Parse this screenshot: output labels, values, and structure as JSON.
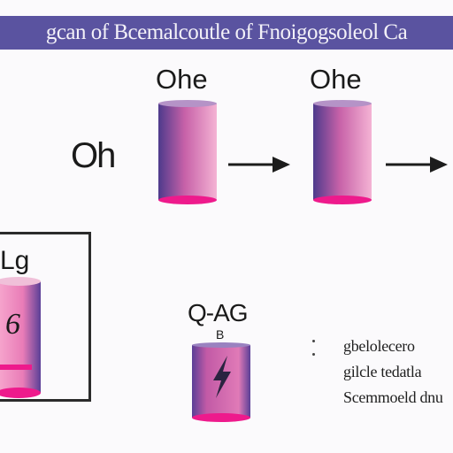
{
  "header": {
    "title": "gcan of Bcemalcoutle of Fnoigogsoleol Ca",
    "color": "#5a53a0"
  },
  "stage1": {
    "label": "Ohe"
  },
  "stage2": {
    "label": "Ohe"
  },
  "side_label": "Oh",
  "box": {
    "label": "Lg",
    "cell_label": "6"
  },
  "battery": {
    "label": "Q-AG",
    "sub_label": "B",
    "icon": "lightning-bolt-icon"
  },
  "notes": [
    "gbelolecero",
    "gilcle tedatla",
    "Scemmoeld dnu"
  ],
  "colors": {
    "cylinder_dark": "#5a3f97",
    "cylinder_pink": "#e472ad",
    "cylinder_base": "#ee1a8c",
    "arrow": "#1c1c1c"
  }
}
